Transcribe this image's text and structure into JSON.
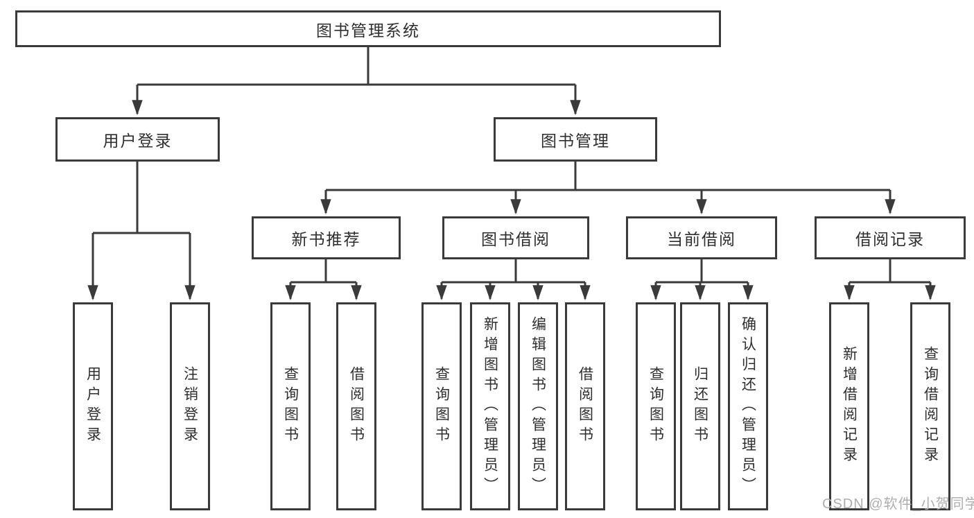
{
  "diagram": {
    "title": "图书管理系统",
    "type": "tree",
    "colors": {
      "line": "#3a3a3a",
      "border": "#3a3a3a",
      "text": "#2e2e2e",
      "background": "#ffffff",
      "watermark": "#aeaeae"
    },
    "nodes": {
      "root": "图书管理系统",
      "user_login": "用户登录",
      "book_management": "图书管理",
      "new_book_recommend": "新书推荐",
      "book_borrow": "图书借阅",
      "current_borrow": "当前借阅",
      "borrow_records": "借阅记录",
      "leaf_user_login": "用户登录",
      "leaf_logout_login": "注销登录",
      "leaf_query_books_recommend": "查询图书",
      "leaf_borrow_books_recommend": "借阅图书",
      "leaf_query_books_borrow": "查询图书",
      "leaf_add_book_admin": "新增图书（管理员）",
      "leaf_edit_book_admin": "编辑图书（管理员）",
      "leaf_borrow_books_borrow": "借阅图书",
      "leaf_query_books_current": "查询图书",
      "leaf_return_books": "归还图书",
      "leaf_confirm_return_admin": "确认归还（管理员）",
      "leaf_add_borrow_record": "新增借阅记录",
      "leaf_query_borrow_record": "查询借阅记录"
    },
    "hierarchy": {
      "图书管理系统": {
        "用户登录": [
          "用户登录",
          "注销登录"
        ],
        "图书管理": {
          "新书推荐": [
            "查询图书",
            "借阅图书"
          ],
          "图书借阅": [
            "查询图书",
            "新增图书（管理员）",
            "编辑图书（管理员）",
            "借阅图书"
          ],
          "当前借阅": [
            "查询图书",
            "归还图书",
            "确认归还（管理员）"
          ],
          "借阅记录": [
            "新增借阅记录",
            "查询借阅记录"
          ]
        }
      }
    },
    "watermark": "CSDN @软件_小贺同学"
  }
}
